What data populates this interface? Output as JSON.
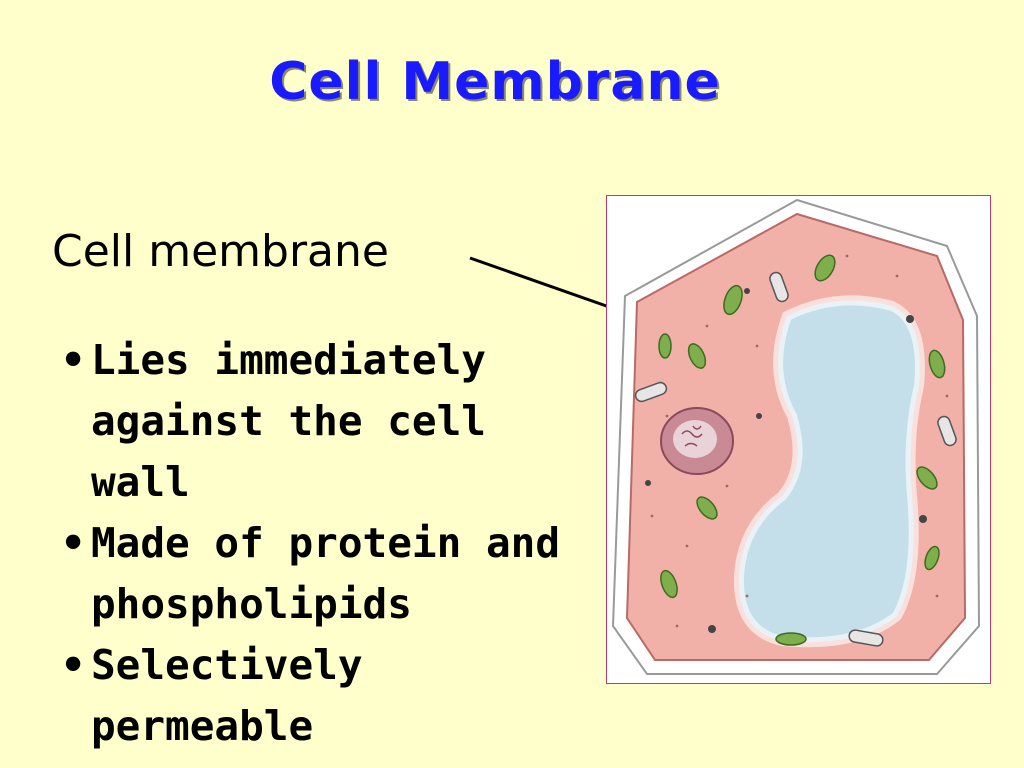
{
  "slide": {
    "title": "Cell Membrane",
    "label": "Cell membrane",
    "bullets": [
      {
        "text": "Lies immediately\nagainst the cell wall"
      },
      {
        "text": "Made of protein and\nphospholipids"
      },
      {
        "text": "Selectively\npermeable"
      }
    ],
    "bullet_symbol": "•",
    "figure": {
      "subject": "plant cell diagram",
      "colors": {
        "background": "#ffffcc",
        "title": "#1a1aff",
        "cytoplasm": "#f2b1a8",
        "vacuole": "#c5dfea",
        "nucleus": "#c98a96",
        "chloroplast": "#7fae4c",
        "frame": "#c23a6b"
      }
    }
  }
}
